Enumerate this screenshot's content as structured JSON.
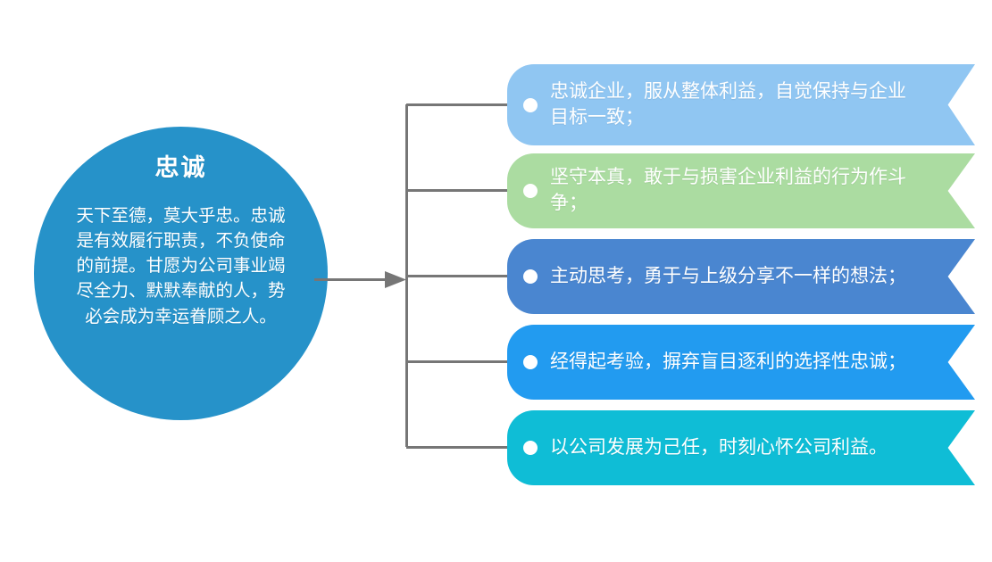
{
  "hub": {
    "title": "忠诚",
    "body": "天下至德，莫大乎忠。忠诚是有效履行职责，不负使命的前提。甘愿为公司事业竭尽全力、默默奉献的人，势必会成为幸运眷顾之人。",
    "color": "#2692C9"
  },
  "connector": {
    "line_color": "#767676",
    "arrow_name": "arrow-head"
  },
  "items": [
    {
      "text": "忠诚企业，服从整体利益，自觉保持与企业目标一致；",
      "color": "#90C6F2",
      "bullet_color": "#FFFFFF"
    },
    {
      "text": "坚守本真，敢于与损害企业利益的行为作斗争；",
      "color": "#ABDCA1",
      "bullet_color": "#FFFFFF"
    },
    {
      "text": "主动思考，勇于与上级分享不一样的想法；",
      "color": "#4A86D0",
      "bullet_color": "#FFFFFF"
    },
    {
      "text": "经得起考验，摒弃盲目逐利的选择性忠诚；",
      "color": "#229BF0",
      "bullet_color": "#FFFFFF"
    },
    {
      "text": "以公司发展为己任，时刻心怀公司利益。",
      "color": "#0FBDD6",
      "bullet_color": "#FFFFFF"
    }
  ]
}
